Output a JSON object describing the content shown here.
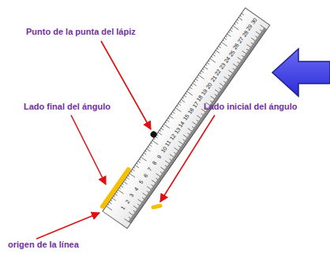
{
  "diagram": {
    "labels": [
      "Punto de la punta del lápiz",
      "Lado final del ángulo",
      "Lado inicial del ángulo",
      "origen de la línea",
      "1",
      "2",
      "3",
      "4",
      "5",
      "6",
      "7",
      "8",
      "9",
      "10",
      "11",
      "12",
      "13",
      "14",
      "15",
      "16",
      "17",
      "18",
      "19",
      "20",
      "21",
      "22",
      "23",
      "24",
      "25",
      "26",
      "27",
      "28",
      "29",
      "30"
    ]
  }
}
